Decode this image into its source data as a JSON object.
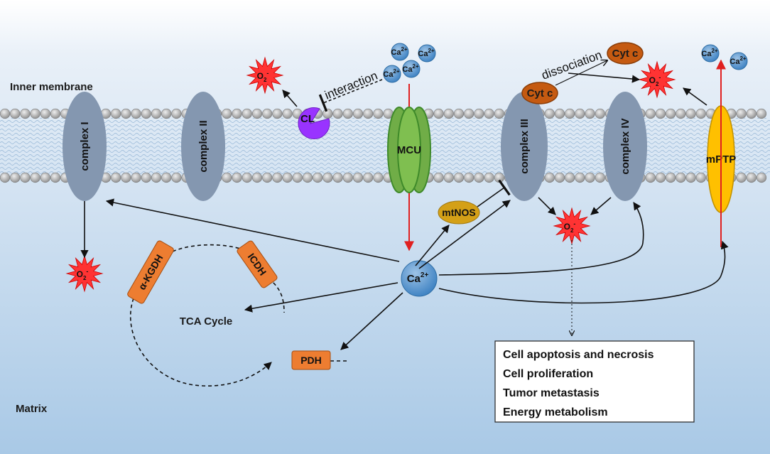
{
  "labels": {
    "inner_membrane": "Inner membrane",
    "matrix": "Matrix",
    "tca_cycle": "TCA Cycle",
    "interaction": "interaction",
    "dissociation": "dissociation"
  },
  "complexes": {
    "complex_1": "complex I",
    "complex_2": "complex II",
    "complex_3": "complex III",
    "complex_4": "complex IV",
    "mcu": "MCU",
    "mptp": "mPTP",
    "cl": "CL"
  },
  "molecules": {
    "ca": "Ca",
    "ca_charge": "2+",
    "o2": "O",
    "o2_sub": "2",
    "o2_charge": "-",
    "cyt_c": "Cyt c",
    "mtnos": "mtNOS"
  },
  "enzymes": {
    "akgdh": "α-KGDH",
    "icdh": "ICDH",
    "pdh": "PDH"
  },
  "outcomes": [
    "Cell apoptosis and necrosis",
    "Cell proliferation",
    "Tumor metastasis",
    "Energy metabolism"
  ],
  "colors": {
    "complex": "#8497b0",
    "mcu": "#70ad47",
    "mptp": "#ffc000",
    "enzyme": "#ed7d31",
    "mtnos": "#d4a017",
    "cyt_c": "#c55a11",
    "cl": "#9933ff",
    "calcium": "#5b9bd5",
    "ros": "#ff3333",
    "red_line": "#e02020"
  }
}
